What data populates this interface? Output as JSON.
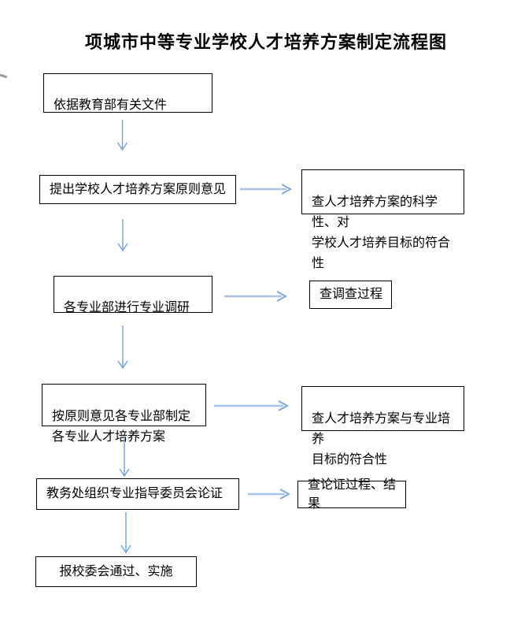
{
  "title": "项城市中等专业学校人才培养方案制定流程图",
  "flowchart": {
    "steps": [
      {
        "label": "依据教育部有关文件"
      },
      {
        "label": "提出学校人才培养方案原则意见"
      },
      {
        "label": "各专业部进行专业调研"
      },
      {
        "label": "按原则意见各专业部制定\n各专业人才培养方案"
      },
      {
        "label": "教务处组织专业指导委员会论证"
      },
      {
        "label": "报校委会通过、实施"
      }
    ],
    "checks": [
      {
        "label": "查人才培养方案的科学性、对\n学校人才培养目标的符合性"
      },
      {
        "label": "查调查过程"
      },
      {
        "label": "查人才培养方案与专业培养\n目标的符合性"
      },
      {
        "label": "查论证过程、结果"
      }
    ]
  },
  "colors": {
    "box_border": "#000000",
    "arrow_vertical": "#6fa1d9",
    "arrow_horizontal": "#a9c6e8",
    "arrow_horizontal_head": "#7fa9dc"
  }
}
